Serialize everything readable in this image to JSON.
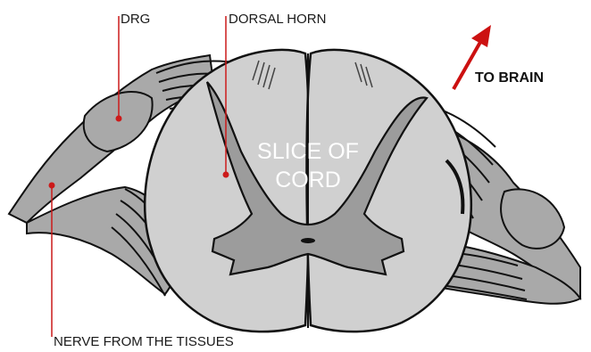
{
  "labels": {
    "drg": "DRG",
    "dorsal_horn": "DORSAL HORN",
    "to_brain": "TO BRAIN",
    "nerve": "NERVE FROM THE TISSUES",
    "center_line1": "SLICE OF",
    "center_line2": "CORD"
  },
  "colors": {
    "white_matter": "#d0d0d0",
    "grey_matter": "#9c9c9c",
    "nerve": "#a9a9a9",
    "outline": "#111111",
    "pointer": "#cc1a1a",
    "arrow": "#cc1111"
  }
}
